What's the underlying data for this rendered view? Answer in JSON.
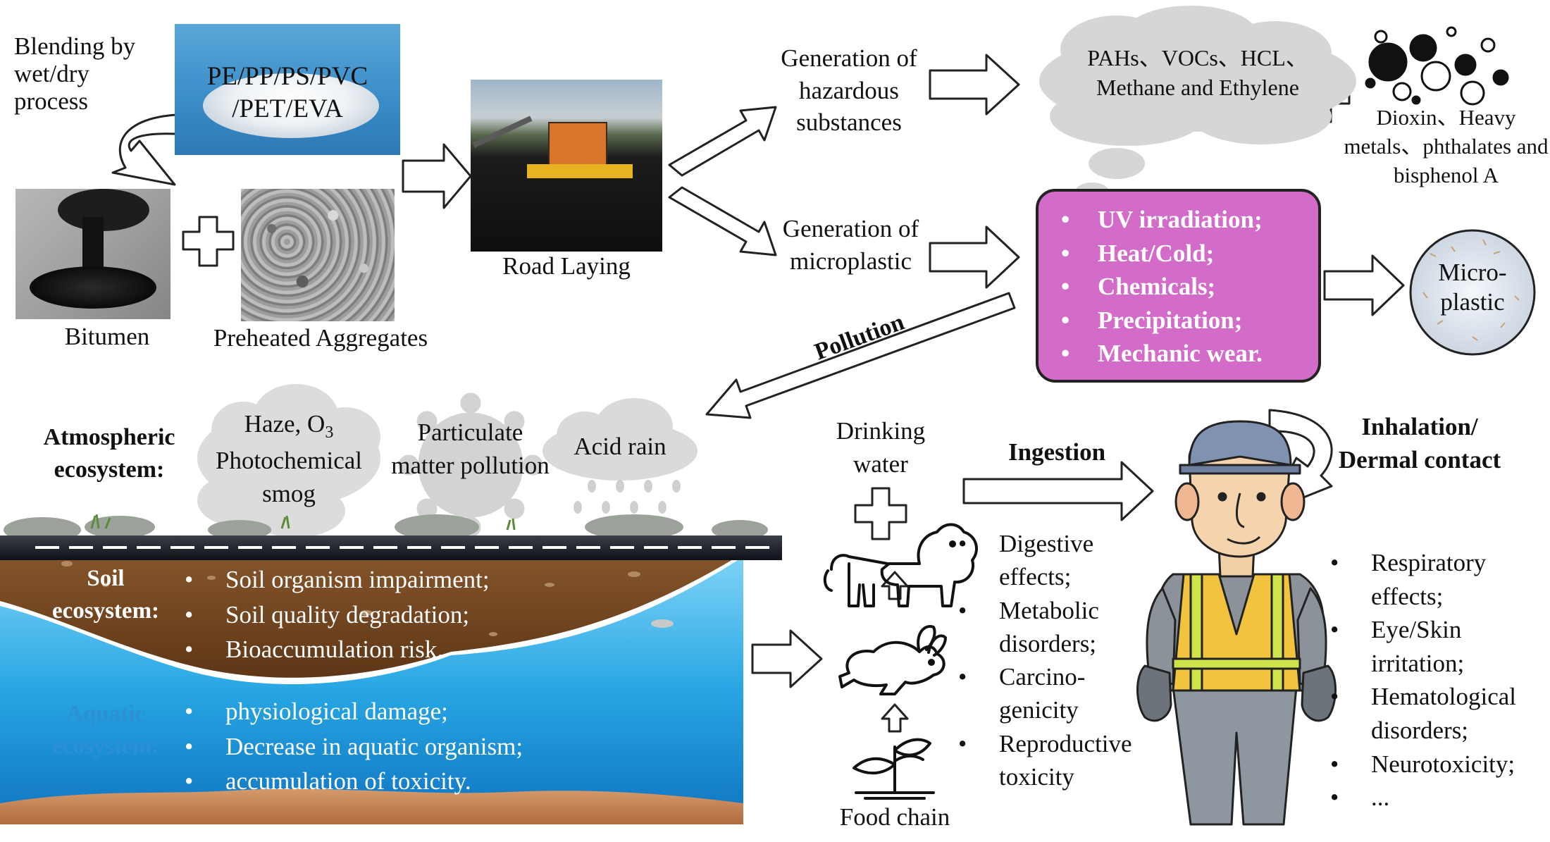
{
  "colors": {
    "box_fill": "#d36bc9",
    "soil": "#7a4a24",
    "water": "#1fa3e0",
    "sand": "#c9855c",
    "asphalt": "#222a33",
    "white_text": "#ffffff",
    "aquatic_label": "#2d8fd6"
  },
  "top_left": {
    "blending_label": "Blending by wet/dry process",
    "plastics_line1": "PE/PP/PS/PVC",
    "plastics_line2": "/PET/EVA",
    "bitumen_label": "Bitumen",
    "aggregates_label": "Preheated Aggregates",
    "road_laying_label": "Road Laying"
  },
  "hazard": {
    "generation_hazardous": "Generation of hazardous substances",
    "pahs_cloud": "PAHs、VOCs、HCL、Methane and Ethylene",
    "dioxin_text": "Dioxin、Heavy metals、phthalates and bisphenol A"
  },
  "microplastic": {
    "generation_micro": "Generation of microplastic",
    "factors": [
      "UV irradiation;",
      "Heat/Cold;",
      "Chemicals;",
      "Precipitation;",
      "Mechanic wear."
    ],
    "circle_label": "Micro-plastic"
  },
  "pollution_label": "Pollution",
  "atmospheric": {
    "label": "Atmospheric ecosystem:",
    "haze": "Haze, O",
    "haze_sub": "3",
    "photochemical": "Photochemical smog",
    "particulate": "Particulate matter pollution",
    "acid_rain": "Acid rain"
  },
  "soil": {
    "label": "Soil ecosystem:",
    "effects": [
      "Soil organism impairment;",
      "Soil quality degradation;",
      "Bioaccumulation risk."
    ]
  },
  "aquatic": {
    "label": "Aquatic ecosystem:",
    "effects": [
      "physiological damage;",
      "Decrease in aquatic organism;",
      "accumulation of toxicity."
    ]
  },
  "exposure": {
    "drinking_water": "Drinking water",
    "food_chain": "Food chain",
    "ingestion": "Ingestion",
    "inhalation": "Inhalation/ Dermal contact"
  },
  "ingestion_effects": [
    "Digestive effects;",
    "Metabolic disorders;",
    "Carcino-genicity",
    "Reproductive toxicity"
  ],
  "inhalation_effects": [
    "Respiratory effects;",
    "Eye/Skin irritation;",
    "Hematological disorders;",
    "Neurotoxicity;",
    "..."
  ],
  "icons": [
    "lion-icon",
    "rabbit-icon",
    "plant-icon",
    "worker-figure",
    "pellets-photo",
    "bitumen-photo",
    "aggregates-photo",
    "road-laying-photo",
    "smoke-particles-icon",
    "virus-icon",
    "rain-cloud-icon"
  ]
}
